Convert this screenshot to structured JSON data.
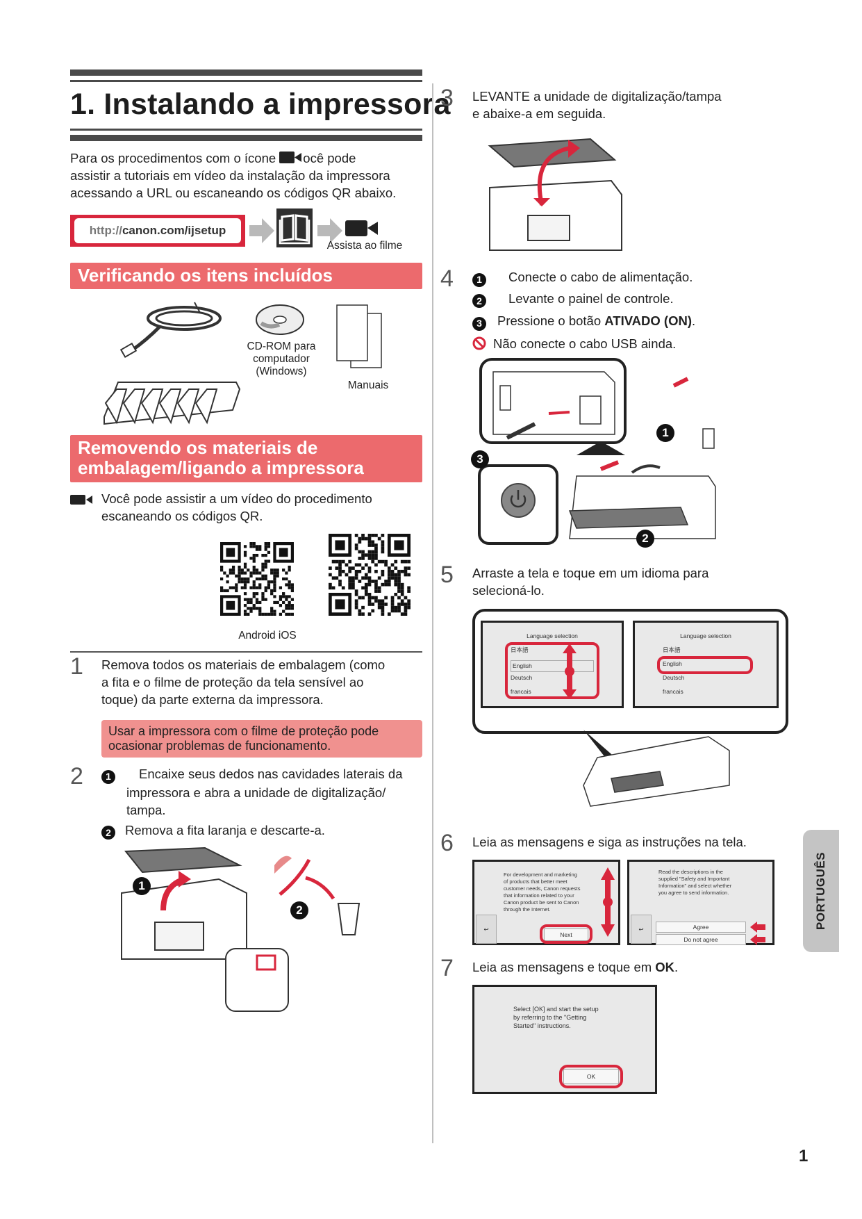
{
  "header": {
    "title": "1. Instalando a impressora"
  },
  "intro": {
    "text_before_icon": "Para os procedimentos com o ícone ",
    "text_after_icon": "ocê pode",
    "line2": "assistir a tutoriais em vídeo da instalação da impressora",
    "line3": "acessando a URL ou escaneando os códigos QR abaixo.",
    "url_prefix": "http://",
    "url_main": "canon.com/ijsetup",
    "watch_caption": "Assista ao filme",
    "icons": [
      "arrow-right-icon",
      "manual-book-icon",
      "arrow-right-icon",
      "video-camera-icon"
    ]
  },
  "section_included": {
    "heading": "Verificando os itens incluídos",
    "items": [
      {
        "icon": "power-cord-icon",
        "label": ""
      },
      {
        "icon": "cd-rom-icon",
        "label_lines": [
          "CD-ROM para",
          "computador",
          "(Windows)"
        ]
      },
      {
        "icon": "manuals-icon",
        "label": "Manuais"
      },
      {
        "icon": "ink-cartridges-icon",
        "label": ""
      }
    ]
  },
  "section_unpack": {
    "heading_line1": "Removendo os materiais de",
    "heading_line2": "embalagem/ligando a impressora",
    "video_note_line1": "Você pode assistir a um vídeo do procedimento",
    "video_note_line2": "escaneando os códigos QR.",
    "qr_caption": "Android iOS",
    "qr_codes": [
      "Android",
      "iOS"
    ]
  },
  "steps": [
    {
      "number": "1",
      "lines": [
        "Remova todos os materiais de embalagem (como",
        "a fita e o filme de proteção da tela sensível ao",
        "toque) da parte externa da impressora."
      ],
      "warning_lines": [
        "Usar a impressora com o filme de proteção pode",
        "ocasionar problemas de funcionamento."
      ]
    },
    {
      "number": "2",
      "sub": [
        {
          "marker": "1",
          "lines": [
            "Encaixe seus dedos nas cavidades laterais da",
            "impressora e abra a unidade de digitalização/",
            "tampa."
          ]
        },
        {
          "marker": "2",
          "lines": [
            "Remova a fita laranja e descarte-a."
          ]
        }
      ],
      "figure_markers": [
        "1",
        "2"
      ]
    },
    {
      "number": "3",
      "lines": [
        "LEVANTE a unidade de digitalização/tampa",
        "e abaixe-a em seguida."
      ]
    },
    {
      "number": "4",
      "sub": [
        {
          "marker": "1",
          "text": "Conecte o cabo de alimentação."
        },
        {
          "marker": "2",
          "text": "Levante o painel de controle."
        },
        {
          "marker": "3",
          "text_before": "Pressione o botão ",
          "text_bold": "ATIVADO (ON)",
          "text_after": "."
        }
      ],
      "prohibit_note": "Não conecte o cabo USB ainda.",
      "figure_markers": [
        "1",
        "2",
        "3"
      ]
    },
    {
      "number": "5",
      "lines": [
        "Arraste a tela e toque em um idioma para",
        "selecioná-lo."
      ],
      "screen_left": {
        "title": "Language selection",
        "languages": [
          "日本語",
          "English",
          "Deutsch",
          "francais"
        ]
      },
      "screen_right": {
        "title": "Language selection",
        "languages": [
          "日本語",
          "English",
          "Deutsch",
          "francais"
        ],
        "selected": "English"
      }
    },
    {
      "number": "6",
      "text": "Leia as mensagens e siga as instruções na tela.",
      "screen_left": {
        "lines": [
          "For development and marketing",
          "of products that better meet",
          "customer needs, Canon requests",
          "that information related to your",
          "Canon product be sent to Canon",
          "through the Internet."
        ],
        "button": "Next",
        "back_icon": "back-arrow-icon"
      },
      "screen_right": {
        "lines": [
          "Read the descriptions in the",
          "supplied \"Safety and Important",
          "Information\" and select whether",
          "you agree to send information."
        ],
        "buttons": [
          "Agree",
          "Do not agree"
        ],
        "back_icon": "back-arrow-icon"
      }
    },
    {
      "number": "7",
      "text_before": "Leia as mensagens e toque em ",
      "text_bold": "OK",
      "text_after": ".",
      "screen": {
        "lines": [
          "Select [OK] and start the setup",
          "by referring to the \"Getting",
          "Started\" instructions."
        ],
        "button": "OK"
      }
    }
  ],
  "side_tab": {
    "label": "PORTUGUÊS"
  },
  "footer": {
    "page_number": "1"
  },
  "colors": {
    "accent_red": "#d8263c",
    "section_band": "#ec6a6d",
    "warning_box": "#f0918f",
    "rule_dark": "#4a4a4a",
    "side_tab": "#c4c4c4"
  }
}
